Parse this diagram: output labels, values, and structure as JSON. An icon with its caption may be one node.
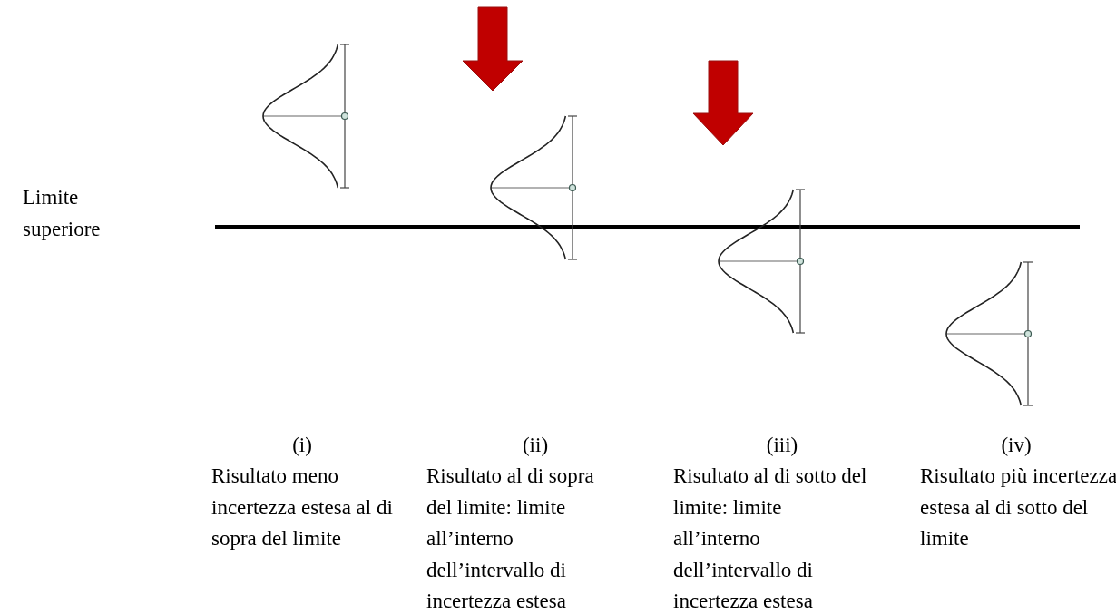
{
  "diagram": {
    "labels": [
      "Limite superiore",
      "(i)",
      "Risultato meno incertezza estesa al di sopra del limite",
      "(ii)",
      "Risultato al di sopra del limite: limite all’interno dell’intervallo di incertezza estesa",
      "(iii)",
      "Risultato al di sotto del limite: limite all’interno dell’intervallo di incertezza estesa",
      "(iv)",
      "Risultato più incertezza estesa al di sotto del limite"
    ]
  }
}
